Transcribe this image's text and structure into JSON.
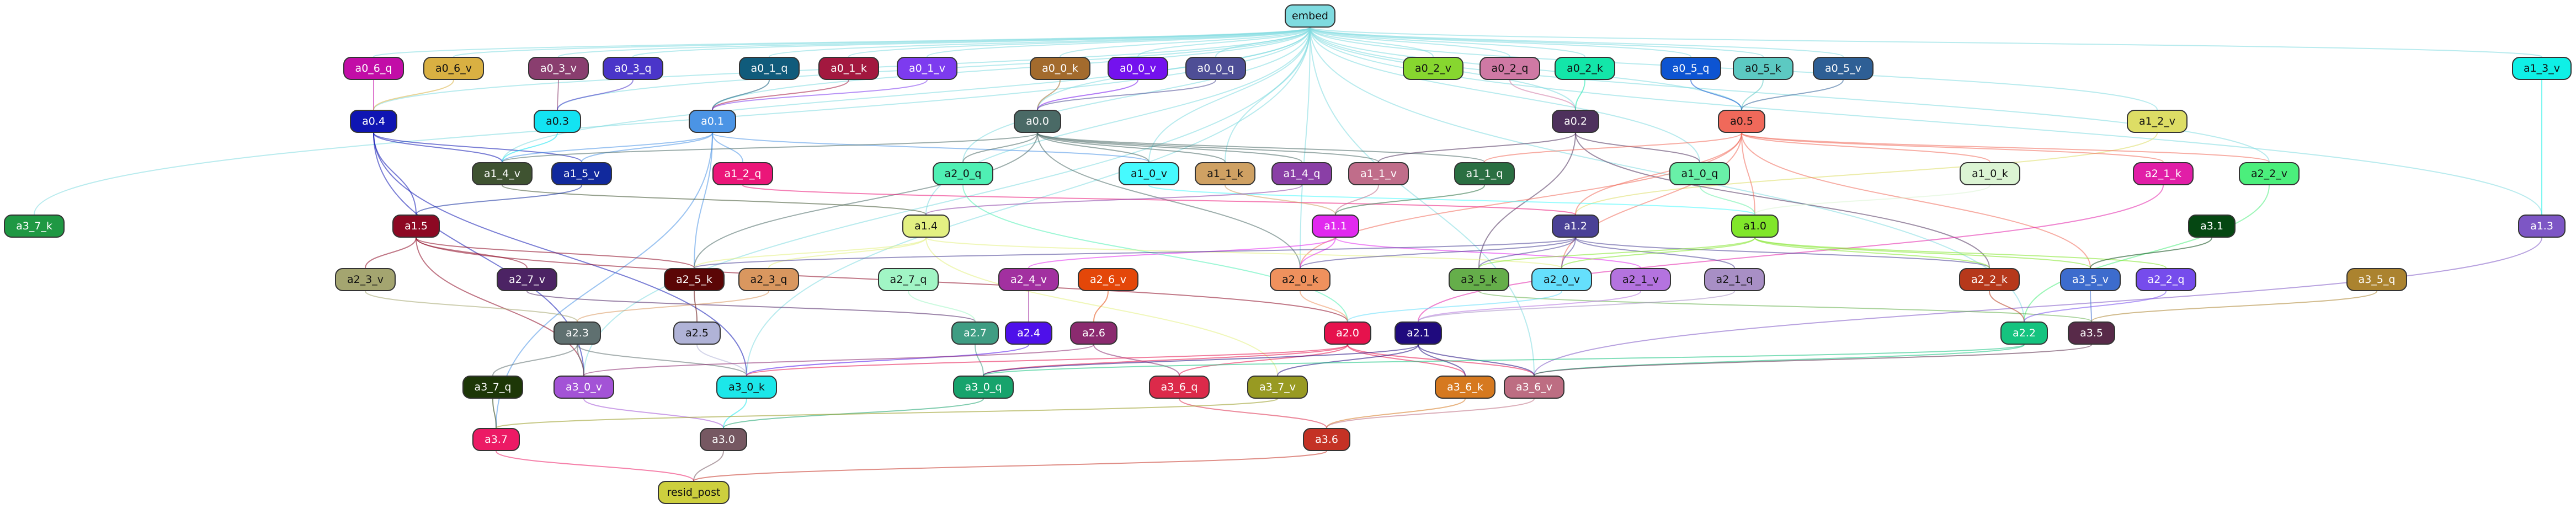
{
  "nodes": [
    {
      "id": "embed",
      "label": "embed",
      "color": "#7fdbe0"
    },
    {
      "id": "a1_3_v",
      "label": "a1_3_v",
      "color": "#0ff0e6"
    },
    {
      "id": "a0_6_q",
      "label": "a0_6_q",
      "color": "#c20da7"
    },
    {
      "id": "a0_6_v",
      "label": "a0_6_v",
      "color": "#d9b042"
    },
    {
      "id": "a0_3_v",
      "label": "a0_3_v",
      "color": "#8a3e6f"
    },
    {
      "id": "a0_3_q",
      "label": "a0_3_q",
      "color": "#4a35c9"
    },
    {
      "id": "a0_1_q",
      "label": "a0_1_q",
      "color": "#105b7b"
    },
    {
      "id": "a0_1_k",
      "label": "a0_1_k",
      "color": "#a3183f"
    },
    {
      "id": "a0_1_v",
      "label": "a0_1_v",
      "color": "#7d3bef"
    },
    {
      "id": "a0_0_k",
      "label": "a0_0_k",
      "color": "#a36b2d"
    },
    {
      "id": "a0_0_v",
      "label": "a0_0_v",
      "color": "#7412ee"
    },
    {
      "id": "a0_0_q",
      "label": "a0_0_q",
      "color": "#4e4e96"
    },
    {
      "id": "a0_2_v",
      "label": "a0_2_v",
      "color": "#87d62f"
    },
    {
      "id": "a0_2_q",
      "label": "a0_2_q",
      "color": "#cf79a4"
    },
    {
      "id": "a0_2_k",
      "label": "a0_2_k",
      "color": "#13e6a9"
    },
    {
      "id": "a0_5_q",
      "label": "a0_5_q",
      "color": "#0d54d2"
    },
    {
      "id": "a0_5_k",
      "label": "a0_5_k",
      "color": "#5cc9c2"
    },
    {
      "id": "a0_5_v",
      "label": "a0_5_v",
      "color": "#2e5f95"
    },
    {
      "id": "a0_4",
      "label": "a0.4",
      "color": "#0f15b3"
    },
    {
      "id": "a0_3",
      "label": "a0.3",
      "color": "#13e3f2"
    },
    {
      "id": "a0_1",
      "label": "a0.1",
      "color": "#4b94e5"
    },
    {
      "id": "a0_0",
      "label": "a0.0",
      "color": "#4a6a66"
    },
    {
      "id": "a0_2",
      "label": "a0.2",
      "color": "#4e315d"
    },
    {
      "id": "a0_5",
      "label": "a0.5",
      "color": "#f0695a"
    },
    {
      "id": "a1_2_v",
      "label": "a1_2_v",
      "color": "#dddd65"
    },
    {
      "id": "a3_7_k",
      "label": "a3_7_k",
      "color": "#1f9843"
    },
    {
      "id": "a1_4_v",
      "label": "a1_4_v",
      "color": "#3f5331"
    },
    {
      "id": "a1_5_v",
      "label": "a1_5_v",
      "color": "#11299d"
    },
    {
      "id": "a1_2_q",
      "label": "a1_2_q",
      "color": "#eb1679"
    },
    {
      "id": "a2_0_q",
      "label": "a2_0_q",
      "color": "#4ff0b4"
    },
    {
      "id": "a1_0_v",
      "label": "a1_0_v",
      "color": "#46fafe"
    },
    {
      "id": "a1_1_k",
      "label": "a1_1_k",
      "color": "#cfa163"
    },
    {
      "id": "a1_4_q",
      "label": "a1_4_q",
      "color": "#8a3fa6"
    },
    {
      "id": "a1_1_v",
      "label": "a1_1_v",
      "color": "#c06d8a"
    },
    {
      "id": "a1_1_q",
      "label": "a1_1_q",
      "color": "#2a6f42"
    },
    {
      "id": "a1_0_q",
      "label": "a1_0_q",
      "color": "#69f0a8"
    },
    {
      "id": "a1_0_k",
      "label": "a1_0_k",
      "color": "#dbf4d3"
    },
    {
      "id": "a2_1_k",
      "label": "a2_1_k",
      "color": "#e11ea7"
    },
    {
      "id": "a2_2_v",
      "label": "a2_2_v",
      "color": "#4bef7c"
    },
    {
      "id": "a1_3",
      "label": "a1.3",
      "color": "#7d56c5"
    },
    {
      "id": "a1_5",
      "label": "a1.5",
      "color": "#8d0823"
    },
    {
      "id": "a1_4",
      "label": "a1.4",
      "color": "#e3f082"
    },
    {
      "id": "a1_1",
      "label": "a1.1",
      "color": "#e129ef"
    },
    {
      "id": "a1_2",
      "label": "a1.2",
      "color": "#4a4196"
    },
    {
      "id": "a1_0",
      "label": "a1.0",
      "color": "#81e62a"
    },
    {
      "id": "a3_1",
      "label": "a3.1",
      "color": "#054712"
    },
    {
      "id": "a2_3_v",
      "label": "a2_3_v",
      "color": "#a4a570"
    },
    {
      "id": "a2_7_v",
      "label": "a2_7_v",
      "color": "#4c2364"
    },
    {
      "id": "a2_5_k",
      "label": "a2_5_k",
      "color": "#5b0606"
    },
    {
      "id": "a2_3_q",
      "label": "a2_3_q",
      "color": "#d9975f"
    },
    {
      "id": "a2_7_q",
      "label": "a2_7_q",
      "color": "#a1f5c5"
    },
    {
      "id": "a2_4_v",
      "label": "a2_4_v",
      "color": "#a230a0"
    },
    {
      "id": "a2_6_v",
      "label": "a2_6_v",
      "color": "#e44709"
    },
    {
      "id": "a2_0_k",
      "label": "a2_0_k",
      "color": "#ef915d"
    },
    {
      "id": "a3_5_k",
      "label": "a3_5_k",
      "color": "#65ae4a"
    },
    {
      "id": "a2_0_v",
      "label": "a2_0_v",
      "color": "#65dffc"
    },
    {
      "id": "a2_1_v",
      "label": "a2_1_v",
      "color": "#b473df"
    },
    {
      "id": "a2_1_q",
      "label": "a2_1_q",
      "color": "#a88fc5"
    },
    {
      "id": "a2_2_k",
      "label": "a2_2_k",
      "color": "#b6381b"
    },
    {
      "id": "a3_5_v",
      "label": "a3_5_v",
      "color": "#3d6ccd"
    },
    {
      "id": "a2_2_q",
      "label": "a2_2_q",
      "color": "#764cec"
    },
    {
      "id": "a3_5_q",
      "label": "a3_5_q",
      "color": "#ab832f"
    },
    {
      "id": "a2_3",
      "label": "a2.3",
      "color": "#5f7070"
    },
    {
      "id": "a2_5",
      "label": "a2.5",
      "color": "#b0b3d7"
    },
    {
      "id": "a2_7",
      "label": "a2.7",
      "color": "#3f9d83"
    },
    {
      "id": "a2_4",
      "label": "a2.4",
      "color": "#4e10ea"
    },
    {
      "id": "a2_6",
      "label": "a2.6",
      "color": "#8b2a6f"
    },
    {
      "id": "a2_0",
      "label": "a2.0",
      "color": "#e6124d"
    },
    {
      "id": "a2_1",
      "label": "a2.1",
      "color": "#1f0a7e"
    },
    {
      "id": "a2_2",
      "label": "a2.2",
      "color": "#15c37f"
    },
    {
      "id": "a3_5",
      "label": "a3.5",
      "color": "#582a49"
    },
    {
      "id": "a3_7_q",
      "label": "a3_7_q",
      "color": "#1d3707"
    },
    {
      "id": "a3_0_v",
      "label": "a3_0_v",
      "color": "#a353d6"
    },
    {
      "id": "a3_0_k",
      "label": "a3_0_k",
      "color": "#1ce7e9"
    },
    {
      "id": "a3_0_q",
      "label": "a3_0_q",
      "color": "#17a36c"
    },
    {
      "id": "a3_6_q",
      "label": "a3_6_q",
      "color": "#dc2a4a"
    },
    {
      "id": "a3_7_v",
      "label": "a3_7_v",
      "color": "#989a22"
    },
    {
      "id": "a3_6_k",
      "label": "a3_6_k",
      "color": "#d6791f"
    },
    {
      "id": "a3_6_v",
      "label": "a3_6_v",
      "color": "#bd6d82"
    },
    {
      "id": "a3_7",
      "label": "a3.7",
      "color": "#ec1a65"
    },
    {
      "id": "a3_0",
      "label": "a3.0",
      "color": "#765862"
    },
    {
      "id": "a3_6",
      "label": "a3.6",
      "color": "#c43225"
    },
    {
      "id": "resid_post",
      "label": "resid_post",
      "color": "#cdcf3e"
    }
  ],
  "edges": [
    [
      "embed",
      "a1_3_v"
    ],
    [
      "embed",
      "a0_6_q"
    ],
    [
      "embed",
      "a0_6_v"
    ],
    [
      "embed",
      "a0_3_v"
    ],
    [
      "embed",
      "a0_3_q"
    ],
    [
      "embed",
      "a0_1_q"
    ],
    [
      "embed",
      "a0_1_k"
    ],
    [
      "embed",
      "a0_1_v"
    ],
    [
      "embed",
      "a0_0_k"
    ],
    [
      "embed",
      "a0_0_v"
    ],
    [
      "embed",
      "a0_0_q"
    ],
    [
      "embed",
      "a0_2_v"
    ],
    [
      "embed",
      "a0_2_q"
    ],
    [
      "embed",
      "a0_2_k"
    ],
    [
      "embed",
      "a0_5_q"
    ],
    [
      "embed",
      "a0_5_k"
    ],
    [
      "embed",
      "a0_5_v"
    ],
    [
      "embed",
      "a0_4"
    ],
    [
      "embed",
      "a0_3"
    ],
    [
      "embed",
      "a0_1"
    ],
    [
      "embed",
      "a0_0"
    ],
    [
      "embed",
      "a0_2"
    ],
    [
      "embed",
      "a0_5"
    ],
    [
      "embed",
      "a1_2_v"
    ],
    [
      "embed",
      "a3_7_k"
    ],
    [
      "embed",
      "a1_4_v"
    ],
    [
      "embed",
      "a2_0_q"
    ],
    [
      "embed",
      "a1_0_v"
    ],
    [
      "embed",
      "a1_1_k"
    ],
    [
      "embed",
      "a1_0_q"
    ],
    [
      "embed",
      "a2_2_v"
    ],
    [
      "embed",
      "a1_3"
    ],
    [
      "embed",
      "a1_4"
    ],
    [
      "embed",
      "a2_0_k"
    ],
    [
      "embed",
      "a3_0_k"
    ],
    [
      "embed",
      "a3_6_v"
    ],
    [
      "embed",
      "a2_2"
    ],
    [
      "embed",
      "a3_0_v"
    ],
    [
      "a0_6_q",
      "a0_4"
    ],
    [
      "a0_6_v",
      "a0_4"
    ],
    [
      "a0_3_v",
      "a0_3"
    ],
    [
      "a0_3_q",
      "a0_3"
    ],
    [
      "a0_1_q",
      "a0_1"
    ],
    [
      "a0_1_k",
      "a0_1"
    ],
    [
      "a0_1_v",
      "a0_1"
    ],
    [
      "a0_0_k",
      "a0_0"
    ],
    [
      "a0_0_v",
      "a0_0"
    ],
    [
      "a0_0_q",
      "a0_0"
    ],
    [
      "a0_2_q",
      "a0_2"
    ],
    [
      "a0_2_k",
      "a0_2"
    ],
    [
      "a0_5_q",
      "a0_5"
    ],
    [
      "a0_5_k",
      "a0_5"
    ],
    [
      "a0_5_v",
      "a0_5"
    ],
    [
      "a1_3_v",
      "a1_3"
    ],
    [
      "a1_2_v",
      "a1_2"
    ],
    [
      "a0_4",
      "a1_4_v"
    ],
    [
      "a0_4",
      "a1_5_v"
    ],
    [
      "a0_4",
      "a1_5"
    ],
    [
      "a0_4",
      "a3_0_v"
    ],
    [
      "a0_4",
      "a3_0_k"
    ],
    [
      "a0_3",
      "a1_4_v"
    ],
    [
      "a0_1",
      "a1_4_v"
    ],
    [
      "a0_1",
      "a1_5_v"
    ],
    [
      "a0_1",
      "a1_2_q"
    ],
    [
      "a0_1",
      "a1_0_v"
    ],
    [
      "a0_1",
      "a2_5_k"
    ],
    [
      "a0_1",
      "a3_7"
    ],
    [
      "a0_0",
      "a1_4_v"
    ],
    [
      "a0_0",
      "a2_0_q"
    ],
    [
      "a0_0",
      "a1_0_v"
    ],
    [
      "a0_0",
      "a1_1_k"
    ],
    [
      "a0_0",
      "a1_4_q"
    ],
    [
      "a0_0",
      "a1_1_v"
    ],
    [
      "a0_0",
      "a1_1_q"
    ],
    [
      "a0_0",
      "a2_5_k"
    ],
    [
      "a0_0",
      "a2_0_k"
    ],
    [
      "a0_2",
      "a1_1_v"
    ],
    [
      "a0_2",
      "a1_0_q"
    ],
    [
      "a0_2",
      "a2_2_k"
    ],
    [
      "a0_2",
      "a3_5_k"
    ],
    [
      "a0_5",
      "a1_1_q"
    ],
    [
      "a0_5",
      "a1_0_k"
    ],
    [
      "a0_5",
      "a2_1_k"
    ],
    [
      "a0_5",
      "a2_2_v"
    ],
    [
      "a0_5",
      "a1_2"
    ],
    [
      "a0_5",
      "a1_0"
    ],
    [
      "a0_5",
      "a2_0_v"
    ],
    [
      "a0_5",
      "a3_5_v"
    ],
    [
      "a0_5",
      "a2_0_k"
    ],
    [
      "a1_4_v",
      "a1_4"
    ],
    [
      "a1_5_v",
      "a1_5"
    ],
    [
      "a1_2_q",
      "a1_2"
    ],
    [
      "a1_0_v",
      "a1_0"
    ],
    [
      "a1_1_k",
      "a1_1"
    ],
    [
      "a1_4_q",
      "a1_4"
    ],
    [
      "a1_1_v",
      "a1_1"
    ],
    [
      "a1_1_q",
      "a1_1"
    ],
    [
      "a1_0_q",
      "a1_0"
    ],
    [
      "a1_0_k",
      "a1_0"
    ],
    [
      "a2_0_q",
      "a2_0"
    ],
    [
      "a2_1_k",
      "a2_1"
    ],
    [
      "a2_2_v",
      "a2_2"
    ],
    [
      "a1_5",
      "a2_3_v"
    ],
    [
      "a1_5",
      "a2_7_v"
    ],
    [
      "a1_5",
      "a2_5_k"
    ],
    [
      "a1_5",
      "a3_0_v"
    ],
    [
      "a1_5",
      "a2_0"
    ],
    [
      "a1_4",
      "a2_5_k"
    ],
    [
      "a1_4",
      "a2_3_q"
    ],
    [
      "a1_4",
      "a2_0_v"
    ],
    [
      "a1_4",
      "a3_7_v"
    ],
    [
      "a1_1",
      "a2_0_k"
    ],
    [
      "a1_1",
      "a2_4_v"
    ],
    [
      "a1_1",
      "a2_1_v"
    ],
    [
      "a1_2",
      "a2_5_k"
    ],
    [
      "a1_2",
      "a2_0_k"
    ],
    [
      "a1_2",
      "a2_0_v"
    ],
    [
      "a1_2",
      "a2_2_k"
    ],
    [
      "a1_2",
      "a3_5_k"
    ],
    [
      "a1_2",
      "a2_1_q"
    ],
    [
      "a1_0",
      "a2_0_v"
    ],
    [
      "a1_0",
      "a3_5_v"
    ],
    [
      "a1_0",
      "a2_2_q"
    ],
    [
      "a1_0",
      "a2_2_k"
    ],
    [
      "a1_0",
      "a3_5_k"
    ],
    [
      "a3_1",
      "a3_5_v"
    ],
    [
      "a1_3",
      "a3_6_v"
    ],
    [
      "a2_3_v",
      "a2_3"
    ],
    [
      "a2_7_v",
      "a2_7"
    ],
    [
      "a2_5_k",
      "a2_5"
    ],
    [
      "a2_3_q",
      "a2_3"
    ],
    [
      "a2_7_q",
      "a2_7"
    ],
    [
      "a2_4_v",
      "a2_4"
    ],
    [
      "a2_6_v",
      "a2_6"
    ],
    [
      "a2_0_k",
      "a2_0"
    ],
    [
      "a3_5_k",
      "a3_5"
    ],
    [
      "a2_0_v",
      "a2_0"
    ],
    [
      "a2_1_v",
      "a2_1"
    ],
    [
      "a2_1_q",
      "a2_1"
    ],
    [
      "a2_2_k",
      "a2_2"
    ],
    [
      "a3_5_v",
      "a3_5"
    ],
    [
      "a2_2_q",
      "a2_2"
    ],
    [
      "a3_5_q",
      "a3_5"
    ],
    [
      "a2_3",
      "a3_7_q"
    ],
    [
      "a2_3",
      "a3_0_v"
    ],
    [
      "a2_3",
      "a3_0_k"
    ],
    [
      "a2_5",
      "a3_0_k"
    ],
    [
      "a2_7",
      "a3_0_q"
    ],
    [
      "a2_4",
      "a3_0_k"
    ],
    [
      "a2_6",
      "a3_0_v"
    ],
    [
      "a2_6",
      "a3_6_q"
    ],
    [
      "a2_0",
      "a3_0_k"
    ],
    [
      "a2_0",
      "a3_6_q"
    ],
    [
      "a2_0",
      "a3_6_k"
    ],
    [
      "a2_0",
      "a3_6_v"
    ],
    [
      "a2_0",
      "a3_0_q"
    ],
    [
      "a2_1",
      "a3_6_k"
    ],
    [
      "a2_1",
      "a3_6_v"
    ],
    [
      "a2_1",
      "a3_7_v"
    ],
    [
      "a2_1",
      "a3_0_q"
    ],
    [
      "a2_2",
      "a3_0_q"
    ],
    [
      "a2_2",
      "a3_6_v"
    ],
    [
      "a3_5",
      "a3_6_v"
    ],
    [
      "a3_7_q",
      "a3_7"
    ],
    [
      "a3_0_v",
      "a3_0"
    ],
    [
      "a3_0_k",
      "a3_0"
    ],
    [
      "a3_0_q",
      "a3_0"
    ],
    [
      "a3_6_q",
      "a3_6"
    ],
    [
      "a3_6_k",
      "a3_6"
    ],
    [
      "a3_6_v",
      "a3_6"
    ],
    [
      "a3_7_v",
      "a3_7"
    ],
    [
      "a3_7",
      "resid_post"
    ],
    [
      "a3_0",
      "resid_post"
    ],
    [
      "a3_6",
      "resid_post"
    ]
  ]
}
